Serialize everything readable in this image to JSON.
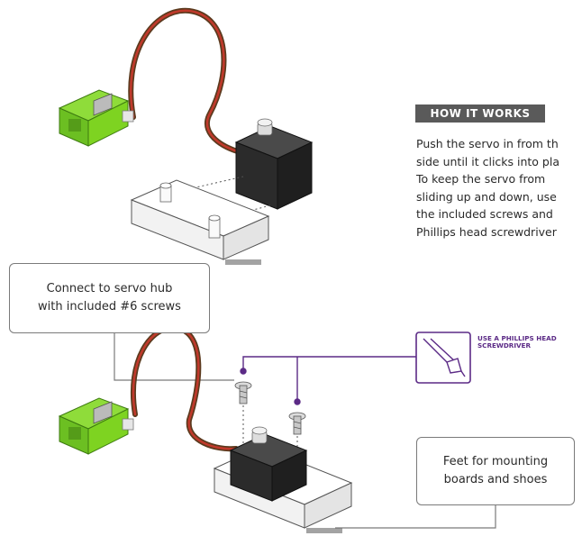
{
  "how_it_works": {
    "heading": "HOW IT WORKS",
    "lines": [
      "Push the servo in from th",
      "side until it clicks into pla",
      "To keep the servo from",
      "sliding up and down, use",
      "the included screws and",
      "Phillips head screwdriver"
    ]
  },
  "callouts": {
    "hub": [
      "Connect to servo hub",
      "with included #6 screws"
    ],
    "feet": [
      "Feet for mounting",
      "boards and shoes"
    ]
  },
  "tool_tip": {
    "icon": "screwdriver-icon",
    "lines": [
      "USE A PHILLIPS HEAD",
      "SCREWDRIVER"
    ]
  },
  "colors": {
    "bit_green": "#7ed321",
    "cable_red": "#c0392b",
    "cable_brown": "#5b3a1e",
    "servo_body": "#2b2b2b",
    "accent_purple": "#5b2a86",
    "heading_bg": "#5a5a5a"
  }
}
